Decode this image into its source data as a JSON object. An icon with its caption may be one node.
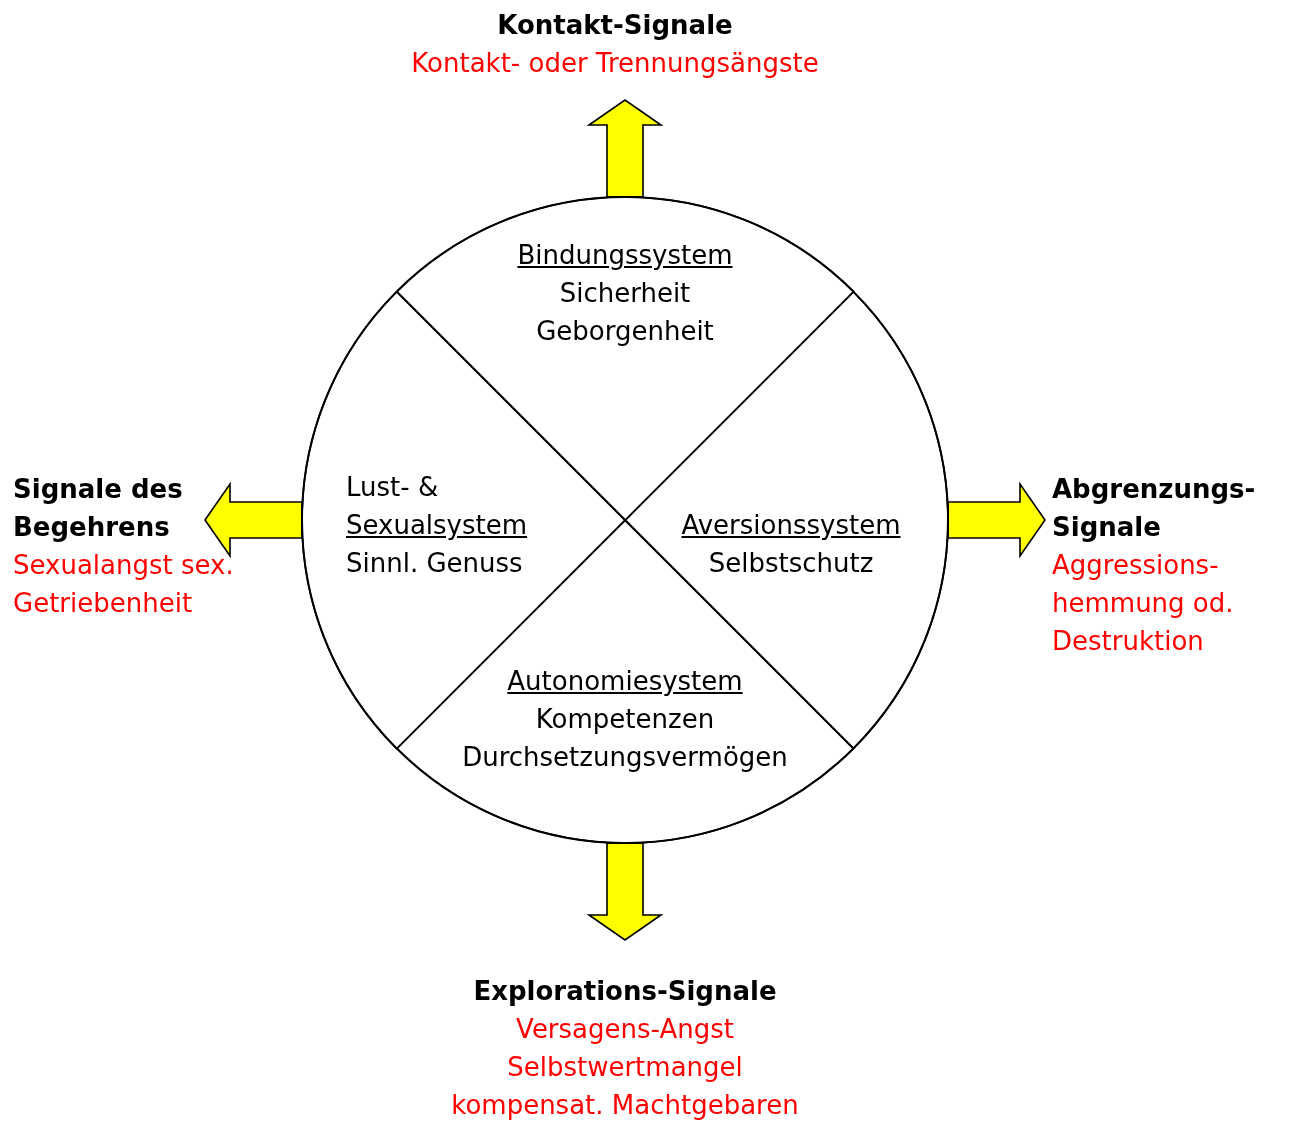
{
  "diagram": {
    "nodes": [
      {
        "text": [],
        "shape": "circle"
      },
      {
        "text": [
          "Bindungssystem",
          "Sicherheit Geborgenheit"
        ],
        "in": 0
      },
      {
        "text": [
          "Lust- & Sexualsystem",
          "Sinnl. Genuss"
        ],
        "in": 0
      },
      {
        "text": [
          "Aversionssystem",
          "Selbstschutz"
        ],
        "in": 0
      },
      {
        "text": [
          "Autonomiesystem",
          "Kompetenzen Durchsetzungsvermögen"
        ],
        "in": 0
      },
      {
        "text": [
          "Kontakt-Signale",
          "Kontakt- oder Trennungsängste"
        ]
      },
      {
        "text": [
          "Signale des Begehrens",
          "Sexualangst sex. Getriebenheit"
        ]
      },
      {
        "text": [
          "Abgrenzungs- Signale",
          "Aggressions- hemmung od. Destruktion"
        ]
      },
      {
        "text": [
          "Explorations-Signale",
          "Versagens-Angst Selbstwertmangel kompensat. Machtgebaren"
        ]
      }
    ],
    "edges": [
      {
        "from": 0,
        "to": 5,
        "arrow": "to"
      },
      {
        "from": 0,
        "to": 6,
        "arrow": "to"
      },
      {
        "from": 0,
        "to": 7,
        "arrow": "to"
      },
      {
        "from": 0,
        "to": 8,
        "arrow": "to"
      }
    ]
  }
}
